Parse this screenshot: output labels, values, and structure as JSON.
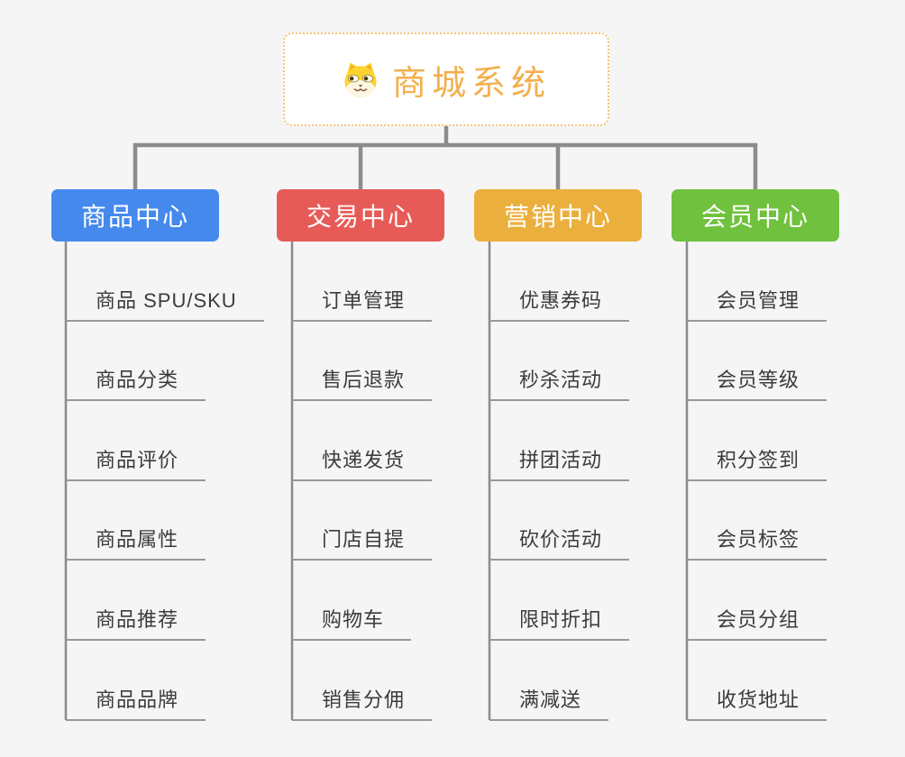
{
  "root": {
    "title": "商城系统",
    "icon": "dog-face-icon"
  },
  "branches": [
    {
      "label": "商品中心",
      "color": "#4589ec",
      "leaves": [
        "商品 SPU/SKU",
        "商品分类",
        "商品评价",
        "商品属性",
        "商品推荐",
        "商品品牌"
      ]
    },
    {
      "label": "交易中心",
      "color": "#e65b57",
      "leaves": [
        "订单管理",
        "售后退款",
        "快递发货",
        "门店自提",
        "购物车",
        "销售分佣"
      ]
    },
    {
      "label": "营销中心",
      "color": "#ebaf3d",
      "leaves": [
        "优惠券码",
        "秒杀活动",
        "拼团活动",
        "砍价活动",
        "限时折扣",
        "满减送"
      ]
    },
    {
      "label": "会员中心",
      "color": "#70c13e",
      "leaves": [
        "会员管理",
        "会员等级",
        "积分签到",
        "会员标签",
        "会员分组",
        "收货地址"
      ]
    }
  ],
  "colors": {
    "background": "#f5f5f6",
    "connector": "#8c8c8c",
    "leaf_line": "#98989b",
    "root_border": "#f3c577",
    "root_text": "#f3af4d"
  }
}
